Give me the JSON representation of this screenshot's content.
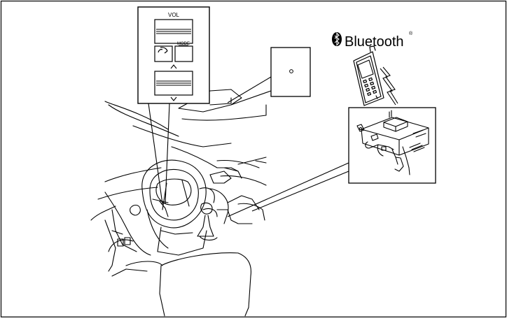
{
  "switch_panel": {
    "vol_label": "VOL",
    "phone_icon": "phone-handset-icon",
    "mode_label": "MODE",
    "up_icon": "caret-up-icon",
    "down_icon": "caret-down-icon"
  },
  "bluetooth": {
    "logo_icon": "bluetooth-rune-icon",
    "wordmark": "Bluetooth",
    "registered_mark": "®"
  },
  "callouts": {
    "microphone_icon": "microphone-hole-icon"
  },
  "components": {
    "mobile_phone": "mobile-phone-icon",
    "control_unit": "bluetooth-control-unit-icon",
    "vehicle_interior": "vehicle-interior-drawing"
  }
}
